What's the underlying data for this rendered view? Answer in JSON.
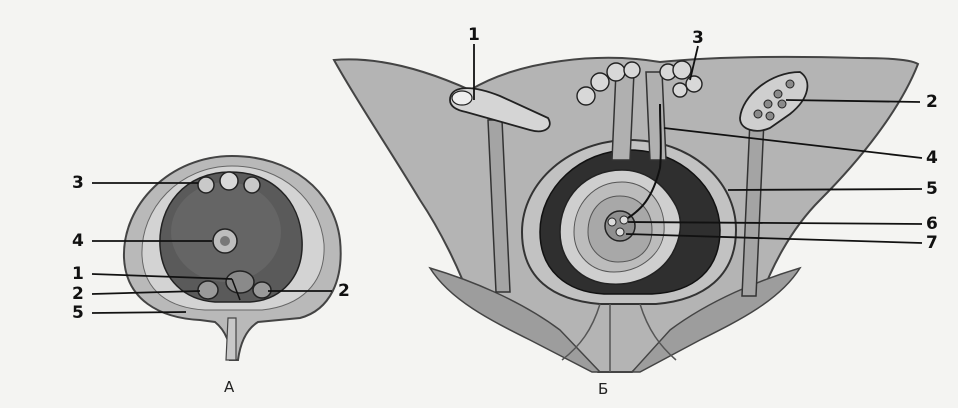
{
  "figureA": {
    "caption": "А",
    "labels": {
      "l3": "3",
      "l4": "4",
      "l1": "1",
      "l2left": "2",
      "l5": "5",
      "l2right": "2"
    }
  },
  "figureB": {
    "caption": "Б",
    "labels": {
      "l1": "1",
      "l3": "3",
      "l2": "2",
      "l4": "4",
      "l5": "5",
      "l6": "6",
      "l7": "7"
    }
  },
  "colors": {
    "background": "#f4f4f2",
    "tissue": "#a9a9a9",
    "dark": "#2f2f2f",
    "light": "#d6d6d6"
  }
}
